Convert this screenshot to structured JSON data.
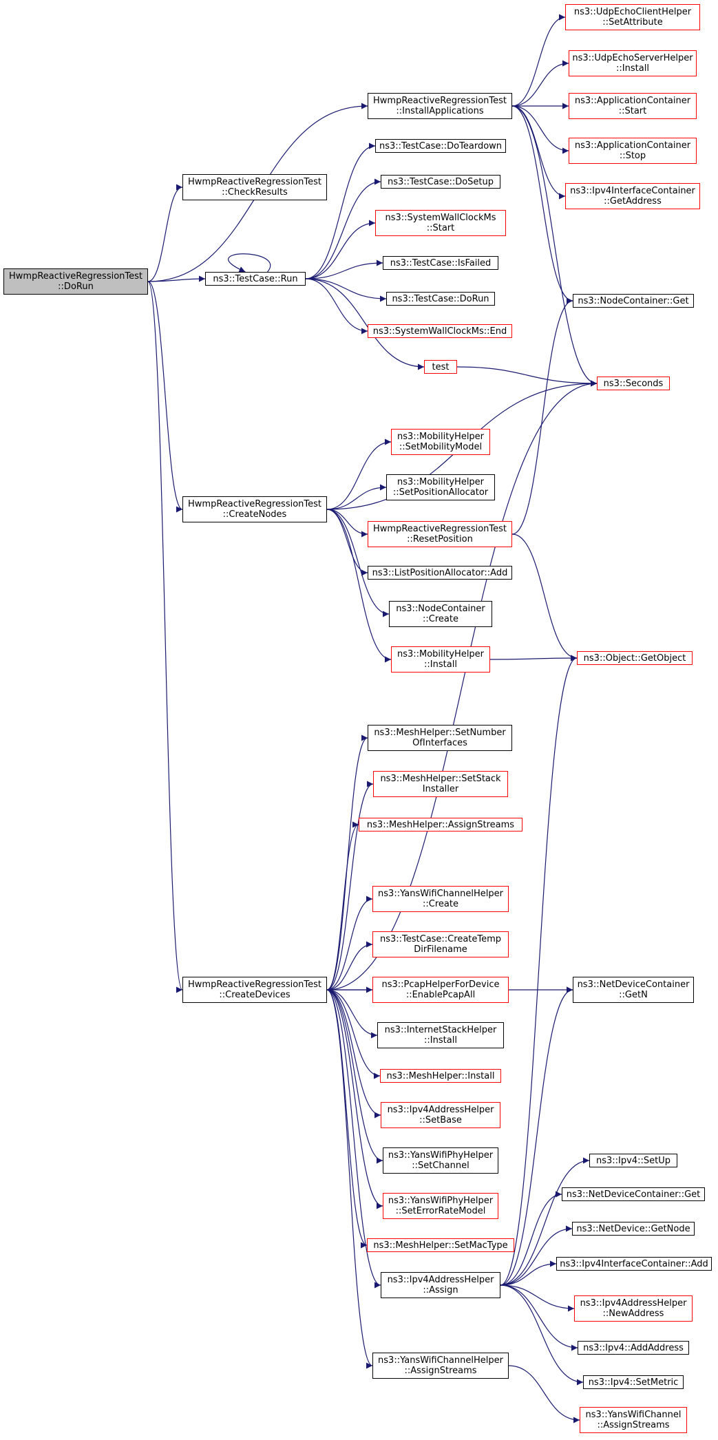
{
  "colors": {
    "edge": "#191970",
    "border_default": "#000000",
    "border_red": "#ff0000",
    "root_fill": "#bfbfbf"
  },
  "nodes": [
    {
      "id": "root",
      "lines": [
        "HwmpReactiveRegressionTest",
        "::DoRun"
      ],
      "style": "root"
    },
    {
      "id": "checkresults",
      "lines": [
        "HwmpReactiveRegressionTest",
        "::CheckResults"
      ],
      "style": "black"
    },
    {
      "id": "run",
      "lines": [
        "ns3::TestCase::Run"
      ],
      "style": "black"
    },
    {
      "id": "createnodes",
      "lines": [
        "HwmpReactiveRegressionTest",
        "::CreateNodes"
      ],
      "style": "black"
    },
    {
      "id": "createdevices",
      "lines": [
        "HwmpReactiveRegressionTest",
        "::CreateDevices"
      ],
      "style": "black"
    },
    {
      "id": "installapps",
      "lines": [
        "HwmpReactiveRegressionTest",
        "::InstallApplications"
      ],
      "style": "black"
    },
    {
      "id": "doteardown",
      "lines": [
        "ns3::TestCase::DoTeardown"
      ],
      "style": "black"
    },
    {
      "id": "dosetup",
      "lines": [
        "ns3::TestCase::DoSetup"
      ],
      "style": "black"
    },
    {
      "id": "swcstart",
      "lines": [
        "ns3::SystemWallClockMs",
        "::Start"
      ],
      "style": "red"
    },
    {
      "id": "isfailed",
      "lines": [
        "ns3::TestCase::IsFailed"
      ],
      "style": "black"
    },
    {
      "id": "dorun2",
      "lines": [
        "ns3::TestCase::DoRun"
      ],
      "style": "black"
    },
    {
      "id": "swcend",
      "lines": [
        "ns3::SystemWallClockMs::End"
      ],
      "style": "red"
    },
    {
      "id": "test",
      "lines": [
        "test"
      ],
      "style": "red"
    },
    {
      "id": "setmobility",
      "lines": [
        "ns3::MobilityHelper",
        "::SetMobilityModel"
      ],
      "style": "red"
    },
    {
      "id": "setposalloc",
      "lines": [
        "ns3::MobilityHelper",
        "::SetPositionAllocator"
      ],
      "style": "black"
    },
    {
      "id": "resetpos",
      "lines": [
        "HwmpReactiveRegressionTest",
        "::ResetPosition"
      ],
      "style": "red"
    },
    {
      "id": "listposadd",
      "lines": [
        "ns3::ListPositionAllocator::Add"
      ],
      "style": "black"
    },
    {
      "id": "nccreate",
      "lines": [
        "ns3::NodeContainer",
        "::Create"
      ],
      "style": "black"
    },
    {
      "id": "mobinstall",
      "lines": [
        "ns3::MobilityHelper",
        "::Install"
      ],
      "style": "red"
    },
    {
      "id": "setnumif",
      "lines": [
        "ns3::MeshHelper::SetNumber",
        "OfInterfaces"
      ],
      "style": "black"
    },
    {
      "id": "setstack",
      "lines": [
        "ns3::MeshHelper::SetStack",
        "Installer"
      ],
      "style": "red"
    },
    {
      "id": "meshassign",
      "lines": [
        "ns3::MeshHelper::AssignStreams"
      ],
      "style": "red"
    },
    {
      "id": "ywchcreate",
      "lines": [
        "ns3::YansWifiChannelHelper",
        "::Create"
      ],
      "style": "red"
    },
    {
      "id": "createtemp",
      "lines": [
        "ns3::TestCase::CreateTemp",
        "DirFilename"
      ],
      "style": "red"
    },
    {
      "id": "pcapall",
      "lines": [
        "ns3::PcapHelperForDevice",
        "::EnablePcapAll"
      ],
      "style": "red"
    },
    {
      "id": "inetinstall",
      "lines": [
        "ns3::InternetStackHelper",
        "::Install"
      ],
      "style": "black"
    },
    {
      "id": "meshinstall",
      "lines": [
        "ns3::MeshHelper::Install"
      ],
      "style": "red"
    },
    {
      "id": "ipv4setbase",
      "lines": [
        "ns3::Ipv4AddressHelper",
        "::SetBase"
      ],
      "style": "red"
    },
    {
      "id": "ywphysetch",
      "lines": [
        "ns3::YansWifiPhyHelper",
        "::SetChannel"
      ],
      "style": "black"
    },
    {
      "id": "ywphyerr",
      "lines": [
        "ns3::YansWifiPhyHelper",
        "::SetErrorRateModel"
      ],
      "style": "red"
    },
    {
      "id": "meshmac",
      "lines": [
        "ns3::MeshHelper::SetMacType"
      ],
      "style": "red"
    },
    {
      "id": "ipv4assign",
      "lines": [
        "ns3::Ipv4AddressHelper",
        "::Assign"
      ],
      "style": "black"
    },
    {
      "id": "ywchassign",
      "lines": [
        "ns3::YansWifiChannelHelper",
        "::AssignStreams"
      ],
      "style": "black"
    },
    {
      "id": "udpclient",
      "lines": [
        "ns3::UdpEchoClientHelper",
        "::SetAttribute"
      ],
      "style": "red"
    },
    {
      "id": "udpserver",
      "lines": [
        "ns3::UdpEchoServerHelper",
        "::Install"
      ],
      "style": "red"
    },
    {
      "id": "appstart",
      "lines": [
        "ns3::ApplicationContainer",
        "::Start"
      ],
      "style": "red"
    },
    {
      "id": "appstop",
      "lines": [
        "ns3::ApplicationContainer",
        "::Stop"
      ],
      "style": "red"
    },
    {
      "id": "ipv4ifgetaddr",
      "lines": [
        "ns3::Ipv4InterfaceContainer",
        "::GetAddress"
      ],
      "style": "red"
    },
    {
      "id": "ncget",
      "lines": [
        "ns3::NodeContainer::Get"
      ],
      "style": "black"
    },
    {
      "id": "seconds",
      "lines": [
        "ns3::Seconds"
      ],
      "style": "red"
    },
    {
      "id": "getobject",
      "lines": [
        "ns3::Object::GetObject"
      ],
      "style": "red"
    },
    {
      "id": "ndcgetn",
      "lines": [
        "ns3::NetDeviceContainer",
        "::GetN"
      ],
      "style": "black"
    },
    {
      "id": "ipv4setup",
      "lines": [
        "ns3::Ipv4::SetUp"
      ],
      "style": "black"
    },
    {
      "id": "ndcget",
      "lines": [
        "ns3::NetDeviceContainer::Get"
      ],
      "style": "black"
    },
    {
      "id": "ndgetnode",
      "lines": [
        "ns3::NetDevice::GetNode"
      ],
      "style": "black"
    },
    {
      "id": "ipv4ifadd",
      "lines": [
        "ns3::Ipv4InterfaceContainer::Add"
      ],
      "style": "black"
    },
    {
      "id": "newaddr",
      "lines": [
        "ns3::Ipv4AddressHelper",
        "::NewAddress"
      ],
      "style": "red"
    },
    {
      "id": "addaddr",
      "lines": [
        "ns3::Ipv4::AddAddress"
      ],
      "style": "black"
    },
    {
      "id": "setmetric",
      "lines": [
        "ns3::Ipv4::SetMetric"
      ],
      "style": "black"
    },
    {
      "id": "ywchannelassign",
      "lines": [
        "ns3::YansWifiChannel",
        "::AssignStreams"
      ],
      "style": "red"
    }
  ],
  "edges": [
    [
      "root",
      "checkresults"
    ],
    [
      "root",
      "installapps"
    ],
    [
      "root",
      "run"
    ],
    [
      "root",
      "createnodes"
    ],
    [
      "root",
      "createdevices"
    ],
    [
      "run",
      "run"
    ],
    [
      "run",
      "doteardown"
    ],
    [
      "run",
      "dosetup"
    ],
    [
      "run",
      "swcstart"
    ],
    [
      "run",
      "isfailed"
    ],
    [
      "run",
      "dorun2"
    ],
    [
      "run",
      "swcend"
    ],
    [
      "run",
      "test"
    ],
    [
      "installapps",
      "udpclient"
    ],
    [
      "installapps",
      "udpserver"
    ],
    [
      "installapps",
      "appstart"
    ],
    [
      "installapps",
      "appstop"
    ],
    [
      "installapps",
      "ipv4ifgetaddr"
    ],
    [
      "installapps",
      "ncget"
    ],
    [
      "installapps",
      "seconds"
    ],
    [
      "test",
      "seconds"
    ],
    [
      "createnodes",
      "seconds"
    ],
    [
      "createnodes",
      "setmobility"
    ],
    [
      "createnodes",
      "setposalloc"
    ],
    [
      "createnodes",
      "resetpos"
    ],
    [
      "createnodes",
      "listposadd"
    ],
    [
      "createnodes",
      "nccreate"
    ],
    [
      "createnodes",
      "mobinstall"
    ],
    [
      "resetpos",
      "ncget"
    ],
    [
      "resetpos",
      "getobject"
    ],
    [
      "mobinstall",
      "getobject"
    ],
    [
      "createdevices",
      "seconds"
    ],
    [
      "createdevices",
      "setnumif"
    ],
    [
      "createdevices",
      "setstack"
    ],
    [
      "createdevices",
      "meshassign"
    ],
    [
      "createdevices",
      "ndcgetn"
    ],
    [
      "createdevices",
      "ywchcreate"
    ],
    [
      "createdevices",
      "createtemp"
    ],
    [
      "createdevices",
      "pcapall"
    ],
    [
      "createdevices",
      "inetinstall"
    ],
    [
      "createdevices",
      "meshinstall"
    ],
    [
      "createdevices",
      "ipv4setbase"
    ],
    [
      "createdevices",
      "ywphysetch"
    ],
    [
      "createdevices",
      "ywphyerr"
    ],
    [
      "createdevices",
      "meshmac"
    ],
    [
      "createdevices",
      "ipv4assign"
    ],
    [
      "createdevices",
      "ywchassign"
    ],
    [
      "ipv4assign",
      "getobject"
    ],
    [
      "ipv4assign",
      "ndcgetn"
    ],
    [
      "ipv4assign",
      "ipv4setup"
    ],
    [
      "ipv4assign",
      "ndcget"
    ],
    [
      "ipv4assign",
      "ndgetnode"
    ],
    [
      "ipv4assign",
      "ipv4ifadd"
    ],
    [
      "ipv4assign",
      "newaddr"
    ],
    [
      "ipv4assign",
      "addaddr"
    ],
    [
      "ipv4assign",
      "setmetric"
    ],
    [
      "ywchassign",
      "ywchannelassign"
    ]
  ]
}
